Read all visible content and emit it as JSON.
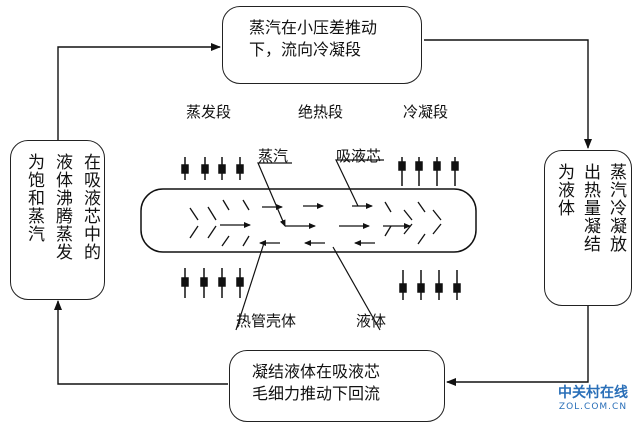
{
  "boxes": {
    "top": {
      "lines": [
        "蒸汽在小压差推动",
        "下，流向冷凝段"
      ]
    },
    "bottom": {
      "lines": [
        "凝结液体在吸液芯",
        "毛细力推动下回流"
      ]
    },
    "left": {
      "cols": [
        "在吸液芯中的",
        "液体沸腾蒸发",
        "为饱和蒸汽"
      ]
    },
    "right": {
      "cols": [
        "蒸汽冷凝放",
        "出热量凝结",
        "为液体"
      ]
    }
  },
  "sections": {
    "evaporator": "蒸发段",
    "adiabatic": "绝热段",
    "condenser": "冷凝段"
  },
  "labels": {
    "vapor": "蒸汽",
    "wick": "吸液芯",
    "shell": "热管壳体",
    "liquid": "液体"
  },
  "watermark": {
    "title": "中关村在线",
    "url": "ZOL.COM.CN"
  }
}
